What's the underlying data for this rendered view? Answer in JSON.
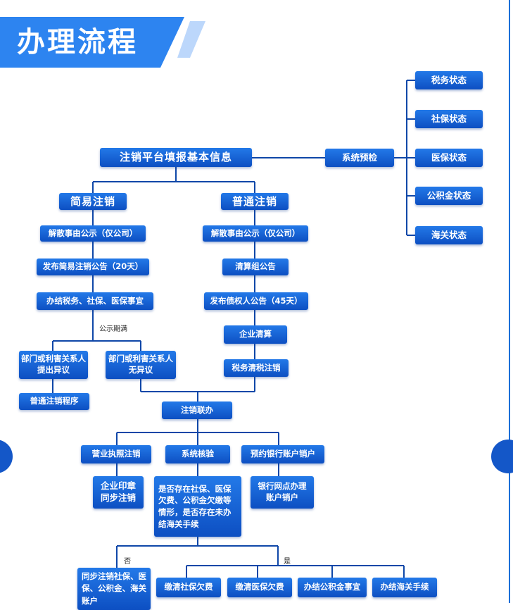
{
  "title": "办理流程",
  "checks": {
    "precheck": "系统预检",
    "items": [
      "税务状态",
      "社保状态",
      "医保状态",
      "公积金状态",
      "海关状态"
    ]
  },
  "start": "注销平台填报基本信息",
  "simple": {
    "header": "简易注销",
    "steps": [
      "解散事由公示（仅公司）",
      "发布简易注销公告（20天）",
      "办结税务、社保、医保事宜"
    ],
    "notice_period": "公示期满",
    "objection": "部门或利害关系人\n提出异议",
    "no_objection": "部门或利害关系人\n无异议",
    "normal_procedure": "普通注销程序"
  },
  "normal": {
    "header": "普通注销",
    "steps": [
      "解散事由公示（仅公司）",
      "清算组公告",
      "发布债权人公告（45天）",
      "企业清算",
      "税务清税注销"
    ]
  },
  "joint": {
    "header": "注销联办",
    "branches": [
      "营业执照注销",
      "系统核验",
      "预约银行账户销户"
    ],
    "seal": "企业印章\n同步注销",
    "verify_question": "是否存在社保、医保欠费、公积金欠缴等情形，是否存在未办结海关手续",
    "bank": "银行网点办理\n账户销户",
    "no_label": "否",
    "yes_label": "是",
    "no_result": "同步注销社保、医保、公积金、海关账户",
    "yes_results": [
      "缴清社保欠费",
      "缴清医保欠费",
      "办结公积金事宜",
      "办结海关手续"
    ]
  },
  "colors": {
    "box": "#1a68d6",
    "line": "#0f47a8",
    "banner": "#2d84f0"
  }
}
